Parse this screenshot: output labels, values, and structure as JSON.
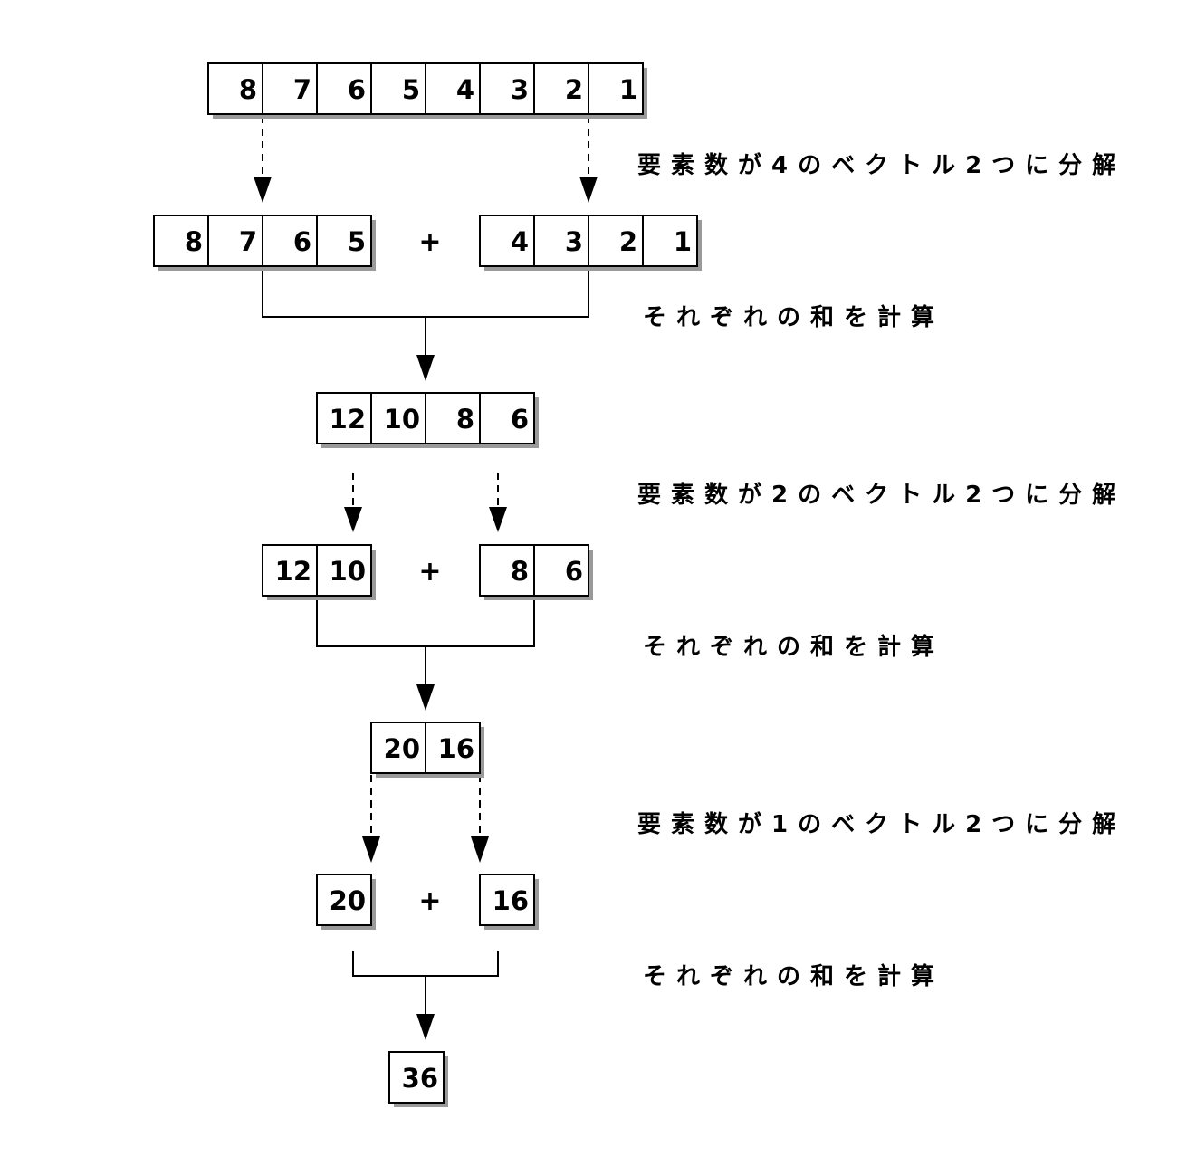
{
  "rows": [
    {
      "cells": [
        "8",
        "7",
        "6",
        "5",
        "4",
        "3",
        "2",
        "1"
      ]
    },
    {
      "left": [
        "8",
        "7",
        "6",
        "5"
      ],
      "op": "+",
      "right": [
        "4",
        "3",
        "2",
        "1"
      ]
    },
    {
      "cells": [
        "12",
        "10",
        "8",
        "6"
      ]
    },
    {
      "left": [
        "12",
        "10"
      ],
      "op": "+",
      "right": [
        "8",
        "6"
      ]
    },
    {
      "cells": [
        "20",
        "16"
      ]
    },
    {
      "left": [
        "20"
      ],
      "op": "+",
      "right": [
        "16"
      ]
    },
    {
      "cells": [
        "36"
      ]
    }
  ],
  "labels": {
    "split_4": "要素数が4のベクトル2つに分解",
    "sum_1": "それぞれの和を計算",
    "split_2": "要素数が2のベクトル2つに分解",
    "sum_2": "それぞれの和を計算",
    "split_1": "要素数が1のベクトル2つに分解",
    "sum_3": "それぞれの和を計算"
  }
}
